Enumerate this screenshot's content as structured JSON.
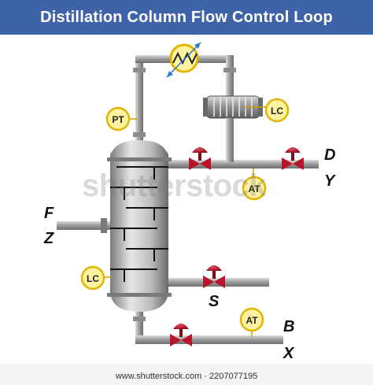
{
  "title": "Distillation Column Flow Control Loop",
  "instruments": {
    "pt": "PT",
    "lc_top": "LC",
    "lc_bottom": "LC",
    "at_distillate": "AT",
    "at_bottoms": "AT"
  },
  "streams": {
    "feed_top": "F",
    "feed_bottom": "Z",
    "distillate_top": "D",
    "distillate_bottom": "Y",
    "side": "S",
    "bottoms_top": "B",
    "bottoms_bottom": "X"
  },
  "watermark": "shutterstock",
  "footer": "www.shutterstock.com · 2207077195",
  "colors": {
    "header": "#3f63a8",
    "instrument_fill": "#fff3a0",
    "instrument_ring": "#e0b400",
    "valve": "#b8142a",
    "pipe": "#a8a8a8"
  }
}
